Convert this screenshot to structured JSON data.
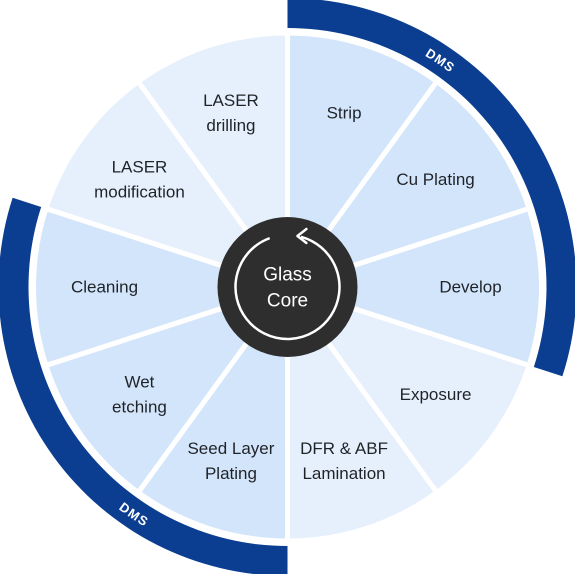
{
  "center": {
    "lines": [
      "Glass",
      "Core"
    ],
    "icon": "cycle-arrow-icon"
  },
  "segments": [
    {
      "id": "strip",
      "lines": [
        "Strip"
      ],
      "shade": "dark"
    },
    {
      "id": "cu-plating",
      "lines": [
        "Cu Plating"
      ],
      "shade": "dark"
    },
    {
      "id": "develop",
      "lines": [
        "Develop"
      ],
      "shade": "dark"
    },
    {
      "id": "exposure",
      "lines": [
        "Exposure"
      ],
      "shade": "light"
    },
    {
      "id": "dfr-abf-lamination",
      "lines": [
        "DFR & ABF",
        "Lamination"
      ],
      "shade": "light"
    },
    {
      "id": "seed-layer-plating",
      "lines": [
        "Seed Layer",
        "Plating"
      ],
      "shade": "dark"
    },
    {
      "id": "wet-etching",
      "lines": [
        "Wet",
        "etching"
      ],
      "shade": "dark"
    },
    {
      "id": "cleaning",
      "lines": [
        "Cleaning"
      ],
      "shade": "dark"
    },
    {
      "id": "laser-modification",
      "lines": [
        "LASER",
        "modification"
      ],
      "shade": "light"
    },
    {
      "id": "laser-drilling",
      "lines": [
        "LASER",
        "drilling"
      ],
      "shade": "light"
    }
  ],
  "groups": [
    {
      "label": "DMS",
      "first_segment": 0,
      "last_segment": 2
    },
    {
      "label": "DMS",
      "first_segment": 5,
      "last_segment": 7
    }
  ],
  "colors": {
    "segment_dark": "#d3e5fb",
    "segment_light": "#e6f0fc",
    "divider": "#ffffff",
    "dms_arc": "#0b3d91",
    "core_fill": "#2e2e2e",
    "core_ring": "#ffffff",
    "text": "#1f2328"
  }
}
